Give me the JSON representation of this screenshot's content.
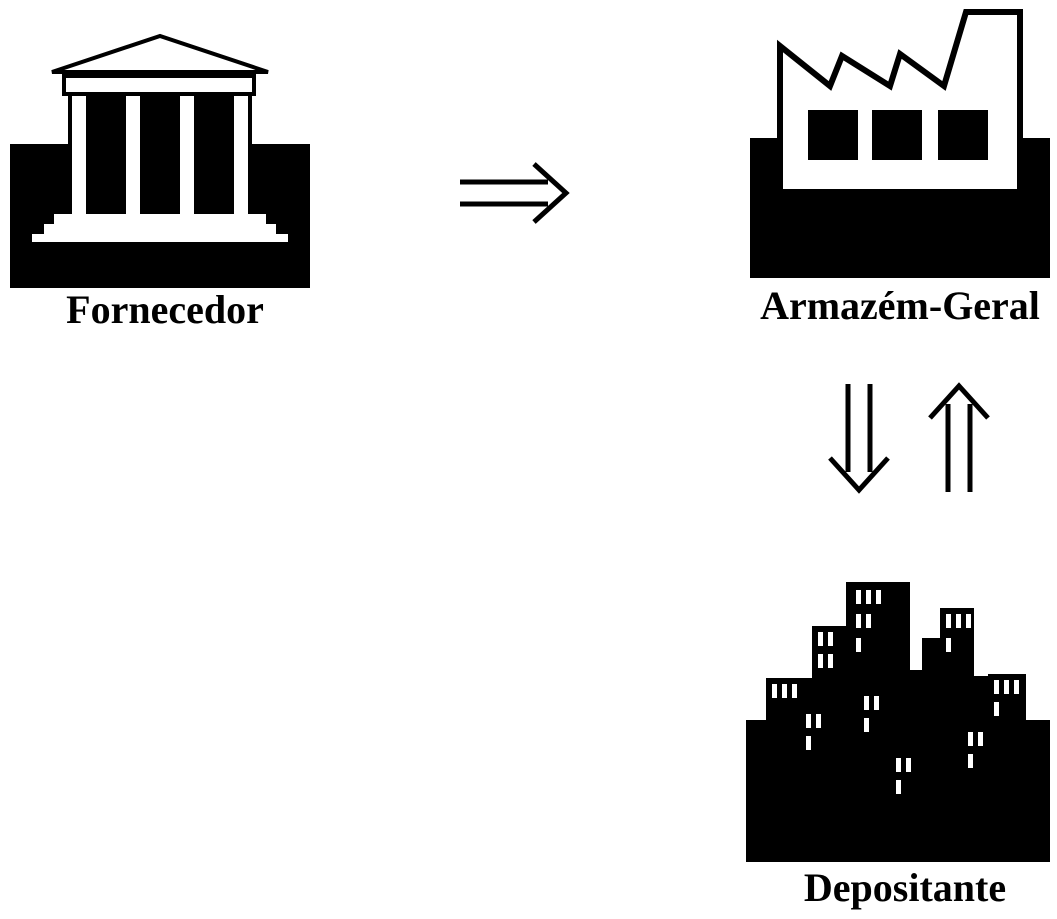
{
  "diagram": {
    "nodes": {
      "supplier": {
        "label": "Fornecedor",
        "icon": "bank-building-icon"
      },
      "warehouse": {
        "label": "Armazém-Geral",
        "icon": "factory-icon"
      },
      "depositor": {
        "label": "Depositante",
        "icon": "city-buildings-icon"
      }
    },
    "edges": [
      {
        "from": "supplier",
        "to": "warehouse",
        "style": "double-arrow-right"
      },
      {
        "from": "warehouse",
        "to": "depositor",
        "style": "double-arrow-down"
      },
      {
        "from": "depositor",
        "to": "warehouse",
        "style": "double-arrow-up"
      }
    ],
    "colors": {
      "ink": "#000000",
      "paper": "#ffffff"
    }
  }
}
